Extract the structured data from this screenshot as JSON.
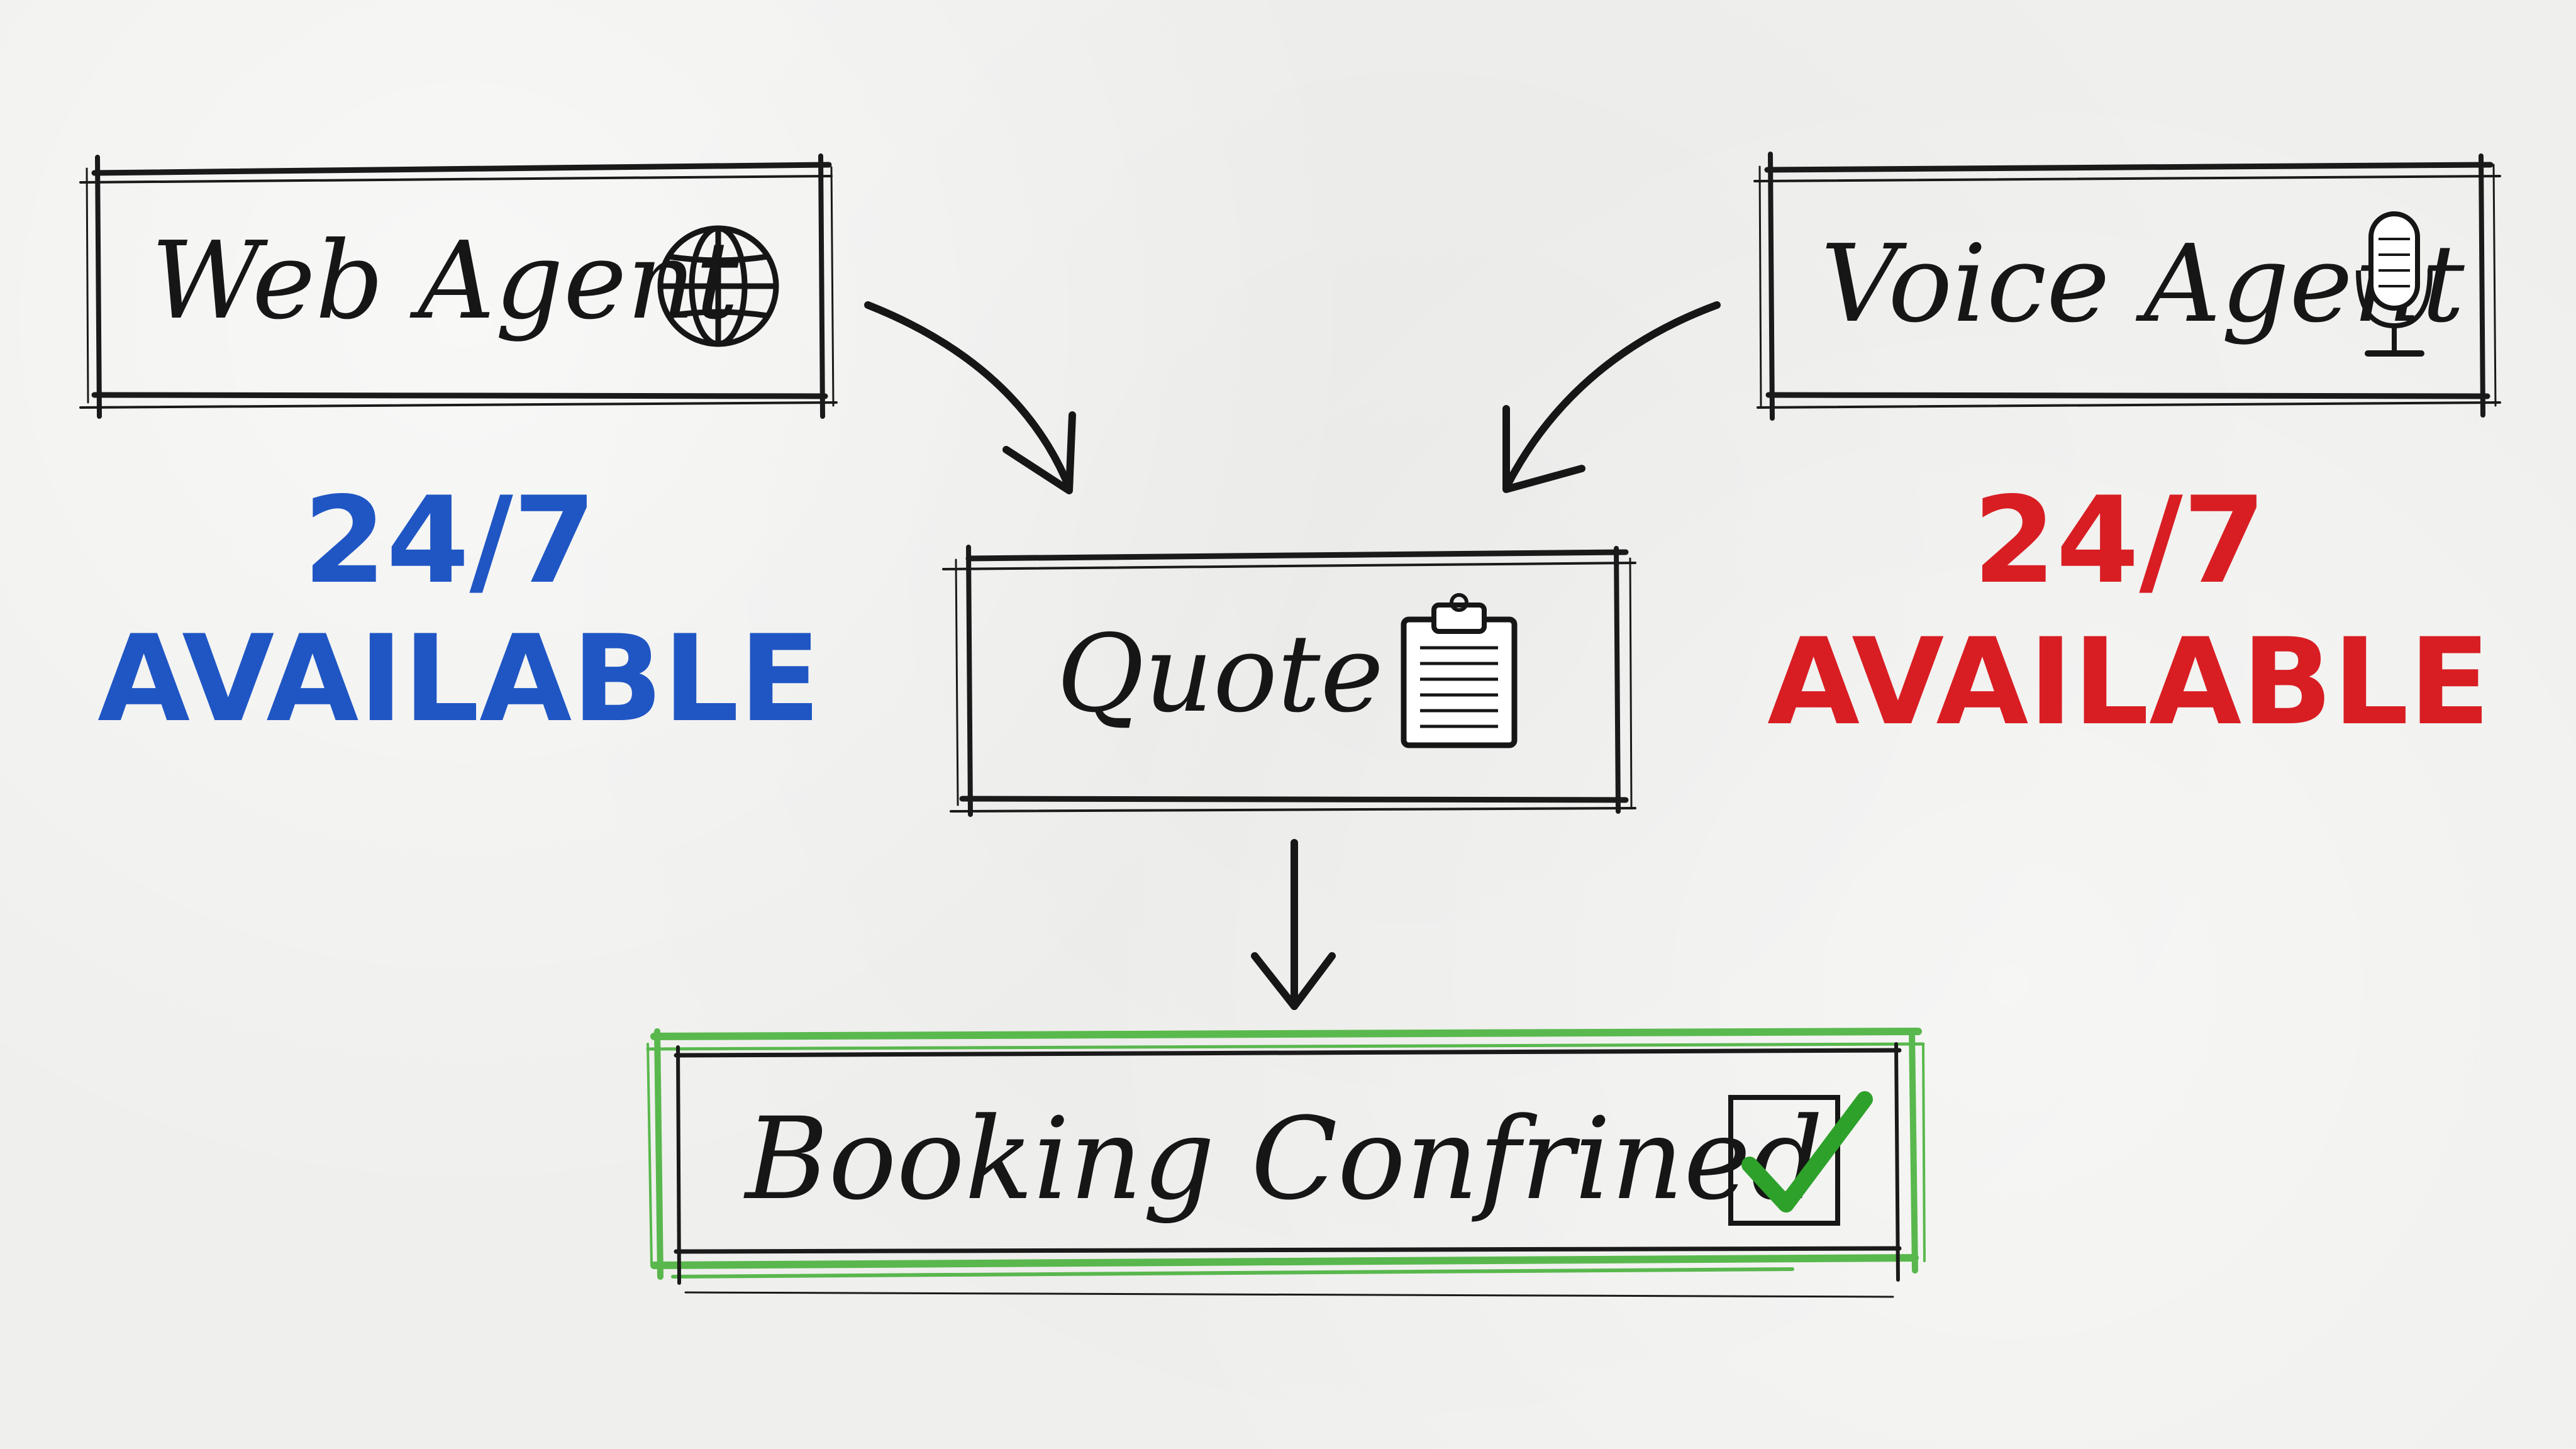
{
  "nodes": {
    "web_agent": {
      "label": "Web Agent",
      "icon": "globe-icon"
    },
    "voice_agent": {
      "label": "Voice Agent",
      "icon": "microphone-icon"
    },
    "quote": {
      "label": "Quote",
      "icon": "clipboard-icon"
    },
    "booking": {
      "label": "Booking Confrined",
      "icon": "checkbox-checked-icon"
    }
  },
  "badges": {
    "web": {
      "line1": "24/7",
      "line2": "AVAILABLE",
      "color": "#1f56c4"
    },
    "voice": {
      "line1": "24/7",
      "line2": "AVAILABLE",
      "color": "#d81e23"
    }
  },
  "edges": [
    {
      "from": "web_agent",
      "to": "quote"
    },
    {
      "from": "voice_agent",
      "to": "quote"
    },
    {
      "from": "quote",
      "to": "booking"
    }
  ],
  "colors": {
    "ink": "#161616",
    "booking_border": "#49b23c",
    "check": "#2ea12a"
  }
}
